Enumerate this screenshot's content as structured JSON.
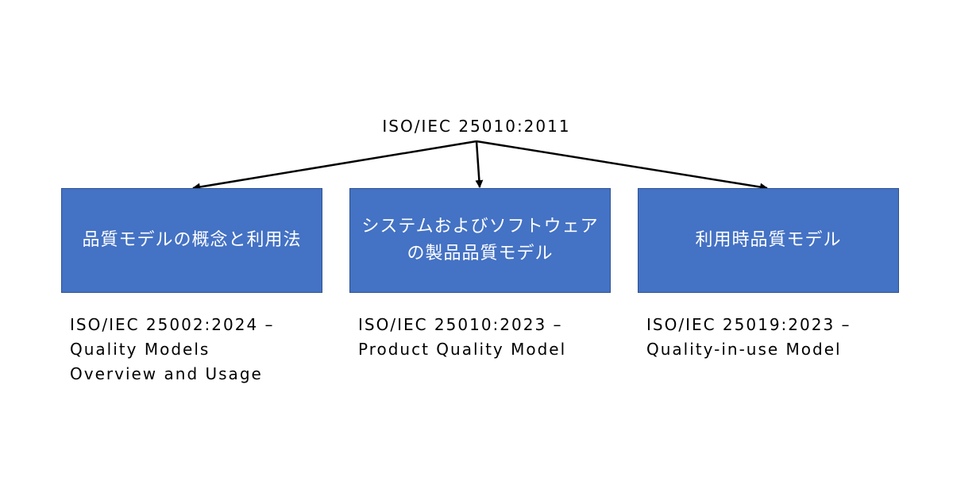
{
  "root": {
    "label": "ISO/IEC 25010:2011"
  },
  "colors": {
    "box_fill": "#4472c4",
    "box_border": "#2f528f",
    "arrow": "#000000"
  },
  "boxes": [
    {
      "label": "品質モデルの概念と利用法",
      "caption": [
        "ISO/IEC 25002:2024 –",
        "Quality Models",
        "Overview and Usage"
      ]
    },
    {
      "label": "システムおよびソフトウェアの製品品質モデル",
      "caption": [
        "ISO/IEC 25010:2023 –",
        "Product Quality Model"
      ]
    },
    {
      "label": "利用時品質モデル",
      "caption": [
        "ISO/IEC 25019:2023 –",
        "Quality-in-use Model"
      ]
    }
  ]
}
